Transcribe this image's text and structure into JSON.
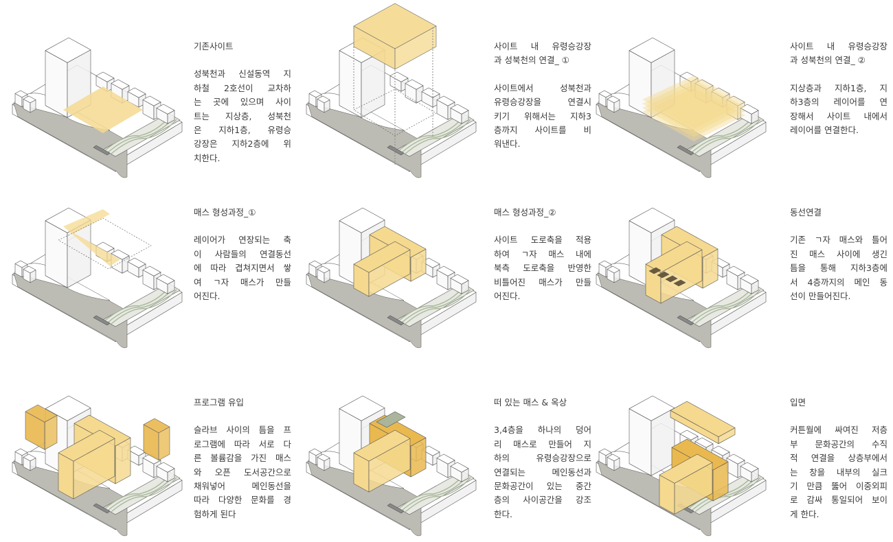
{
  "colors": {
    "mass": "#f5d98f",
    "mass_dark": "#e9b94f",
    "road": "#bdbcb4",
    "river": "#a9b79a",
    "line": "#555555"
  },
  "panels": [
    {
      "title": "기존사이트",
      "body": [
        "성북천과 신설동역 지",
        "하철 2호선이 교차하",
        "는 곳에 있으며 사이",
        "트는 지상층, 성북천",
        "은 지하1층, 유령승",
        "강장은 지하2층에 위",
        "치한다."
      ]
    },
    {
      "title": "사이트 내 유령승강장",
      "title2": "과 성북천의 연결_ ①",
      "body": [
        "사이트에서 성북천과",
        "유령승강장을 연결시",
        "키기 위해서는 지하3",
        "층까지 사이트를 비",
        "워낸다."
      ]
    },
    {
      "title": "사이트 내 유령승강장",
      "title2": "과 성북천의 연결_ ②",
      "body": [
        "지상층과 지하1층, 지",
        "하3층의 레이어를 연",
        "장해서 사이트 내에서",
        "레이어를 연결한다."
      ]
    },
    {
      "title": "매스 형성과정_①",
      "body": [
        "레이어가 연장되는 축",
        "이 사람들의 연결동선",
        "에 따라 겹쳐지면서 쌓",
        "여 ㄱ자 매스가 만들",
        "어진다."
      ]
    },
    {
      "title": "매스 형성과정_②",
      "body": [
        "사이트 도로축을 적용",
        "하여 ㄱ자 매스 내에",
        "북측 도로축을 반영한",
        "비틀어진 매스가 만들",
        "어진다."
      ]
    },
    {
      "title": "동선연결",
      "body": [
        "기존 ㄱ자 매스와 틀어",
        "진 매스 사이에 생긴",
        "틈을 통해 지하3층에",
        "서 4층까지의 메인 동",
        "선이 만들어진다."
      ]
    },
    {
      "title": "프로그램 유입",
      "body": [
        "슬라브 사이의 틈을 프",
        "로그램에 따라 서로 다",
        "른 볼륨감을 가진 매스",
        "와 오픈 도서공간으로",
        "채워넣어 메인동선을",
        "따라 다양한 문화를 경",
        "험하게 된다"
      ]
    },
    {
      "title": "떠 있는 매스 & 옥상",
      "body": [
        "3,4층을 하나의 덩어",
        "리 매스로 만들어 지",
        "하의 유령승강장으로",
        "연결되는 메인동선과",
        "문화공간이 있는 중간",
        "층의 사이공간을 강조",
        "한다."
      ]
    },
    {
      "title": "입면",
      "body": [
        "커튼월에 싸여진 저층",
        "부 문화공간의 수직",
        "적 연결을 상층부에서",
        "는 창을 내부의 실크",
        "기 만큼 뚫어 이중외피",
        "로 감싸 통일되어 보이",
        "게 한다."
      ]
    }
  ]
}
